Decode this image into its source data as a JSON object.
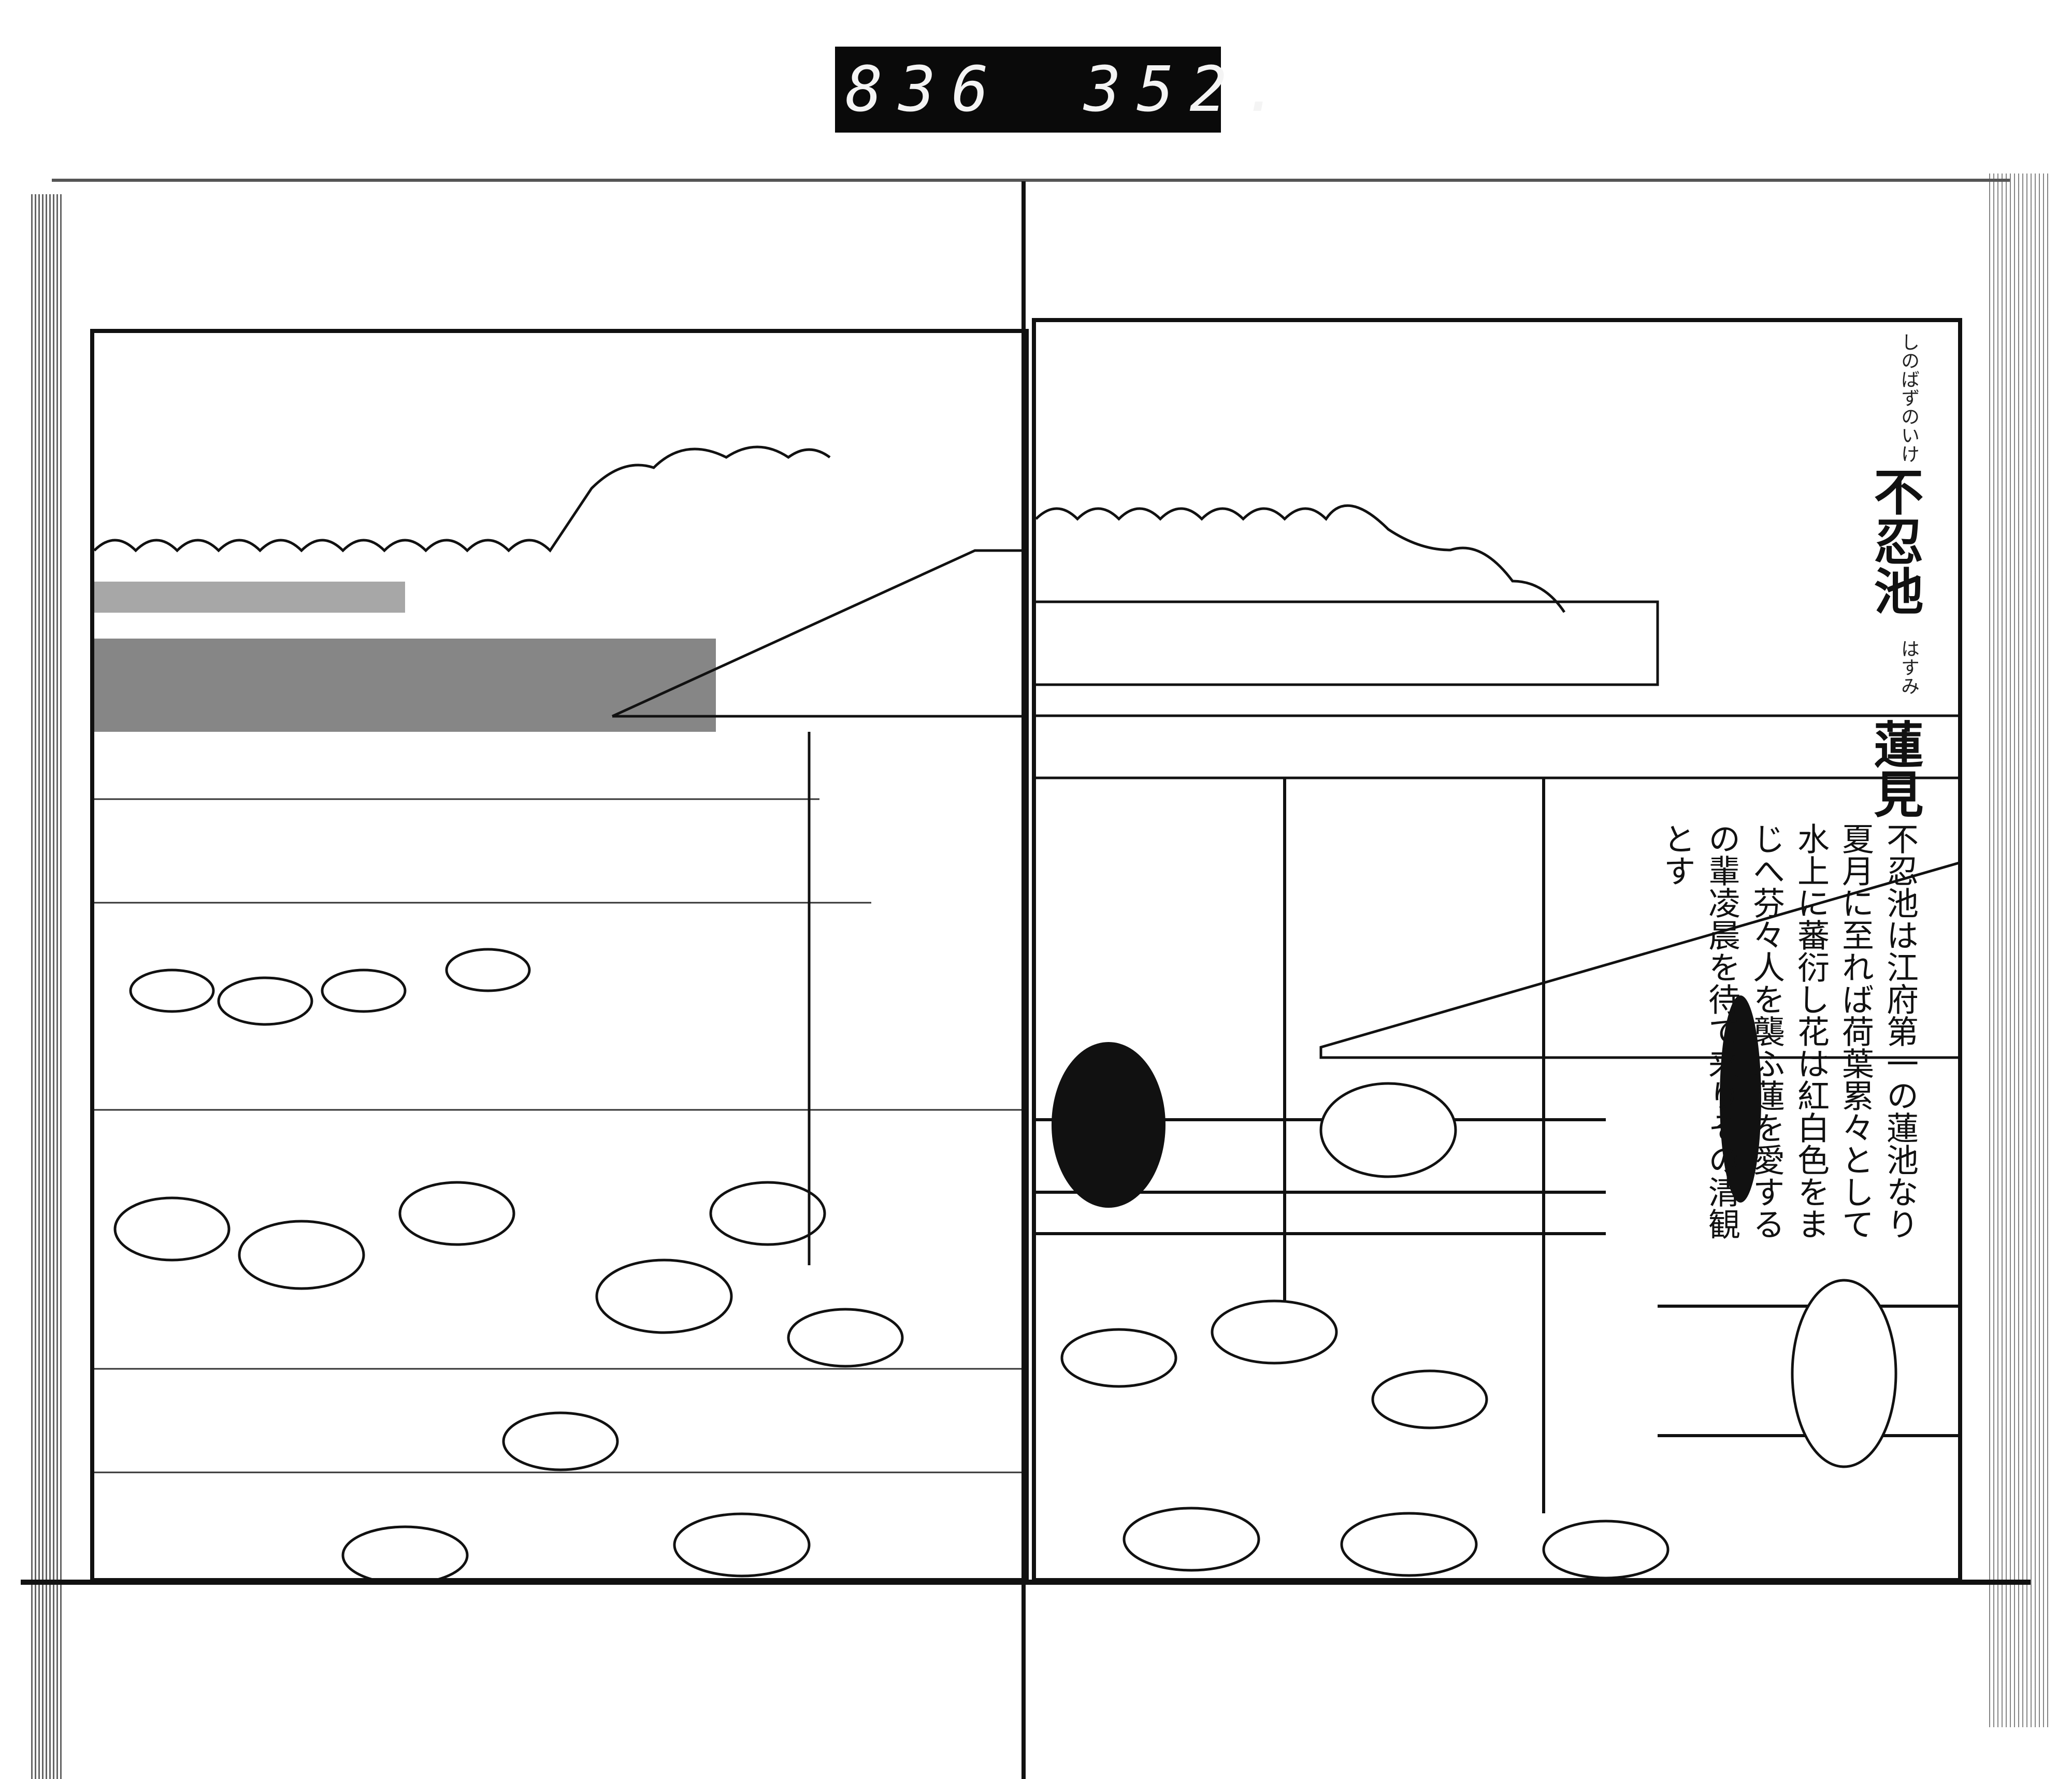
{
  "scan_label": {
    "left_number": "836",
    "right_number": "352."
  },
  "caption": {
    "title_main": "不忍池",
    "title_main_reading": "しのばずのいけ",
    "title_sub": "蓮見",
    "title_sub_reading": "はすみ",
    "body": "不忍池は江府第一の蓮池なり夏月に至れば荷葉累々として水上に蕃衍し花は紅白色をまじへ芬々人を襲ふ蓮を愛するの輩凌晨を待て来りその清観とす"
  }
}
